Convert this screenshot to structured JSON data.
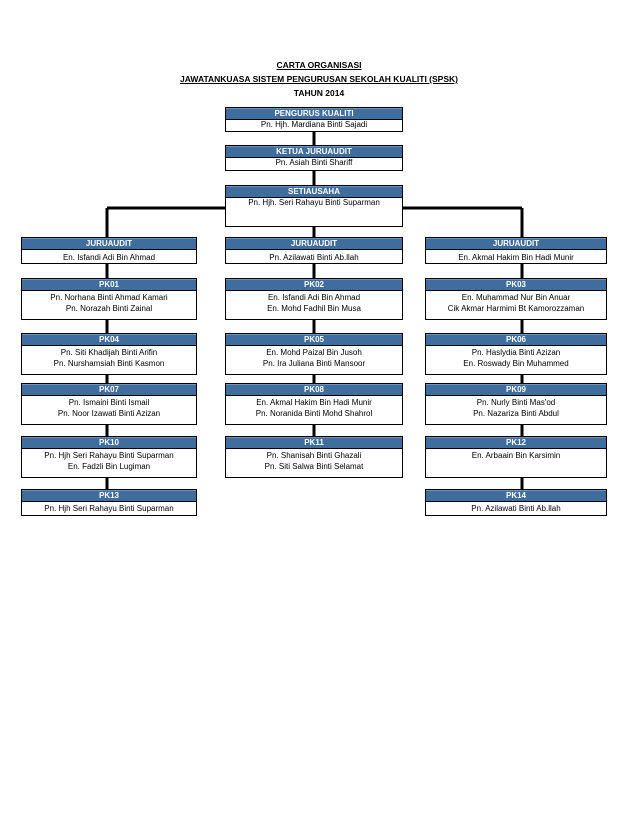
{
  "header": {
    "title": "CARTA ORGANISASI",
    "subtitle": "JAWATANKUASA SISTEM PENGURUSAN SEKOLAH KUALITI (SPSK)",
    "year": "TAHUN 2014"
  },
  "top": [
    {
      "role": "PENGURUS KUALITI",
      "names": [
        "Pn. Hjh. Mardiana Binti Sajadi"
      ]
    },
    {
      "role": "KETUA JURUAUDIT",
      "names": [
        "Pn. Asiah Binti Shariff"
      ]
    },
    {
      "role": "SETIAUSAHA",
      "names": [
        "Pn. Hjh. Seri Rahayu Binti Suparman"
      ]
    }
  ],
  "columns": [
    [
      {
        "role": "JURUAUDIT",
        "names": [
          "En. Isfandi Adi Bin Ahmad"
        ]
      },
      {
        "role": "PK01",
        "names": [
          "Pn. Norhana Binti Ahmad Kamari",
          "Pn. Norazah Binti Zainal"
        ]
      },
      {
        "role": "PK04",
        "names": [
          "Pn. Siti Khadijah Binti Arifin",
          "Pn. Nurshamsiah Binti Kasmon"
        ]
      },
      {
        "role": "PK07",
        "names": [
          "Pn. Ismaini Binti Ismail",
          "Pn. Noor Izawati Binti Azizan"
        ]
      },
      {
        "role": "PK10",
        "names": [
          "Pn. Hjh Seri Rahayu Binti Suparman",
          "En. Fadzli Bin Lugiman"
        ]
      },
      {
        "role": "PK13",
        "names": [
          "Pn. Hjh Seri Rahayu Binti Suparman"
        ]
      }
    ],
    [
      {
        "role": "JURUAUDIT",
        "names": [
          "Pn. Azilawati Binti Ab.llah"
        ]
      },
      {
        "role": "PK02",
        "names": [
          "En. Isfandi Adi Bin Ahmad",
          "En. Mohd Fadhil Bin Musa"
        ]
      },
      {
        "role": "PK05",
        "names": [
          "En. Mohd Paizal Bin Jusoh",
          "Pn. Ira Juliana Binti Mansoor"
        ]
      },
      {
        "role": "PK08",
        "names": [
          "En. Akmal Hakim Bin Hadi Munir",
          "Pn. Noranida Binti Mohd Shahrol"
        ]
      },
      {
        "role": "PK11",
        "names": [
          "Pn. Shanisah Binti Ghazali",
          "Pn. Siti Salwa Binti Selamat"
        ]
      }
    ],
    [
      {
        "role": "JURUAUDIT",
        "names": [
          "En. Akmal Hakim Bin Hadi Munir"
        ]
      },
      {
        "role": "PK03",
        "names": [
          "En. Muhammad Nur Bin Anuar",
          "Cik Akmar Harmimi Bt Kamorozzaman"
        ]
      },
      {
        "role": "PK06",
        "names": [
          "Pn. Haslydia Binti Azizan",
          "En. Roswady Bin Muhammed"
        ]
      },
      {
        "role": "PK09",
        "names": [
          "Pn. Nurly Binti Mas'od",
          "Pn. Nazariza Binti Abdul"
        ]
      },
      {
        "role": "PK12",
        "names": [
          "En. Arbaain Bin Karsimin",
          ""
        ]
      },
      {
        "role": "PK14",
        "names": [
          "Pn. Azilawati Binti Ab.llah"
        ]
      }
    ]
  ]
}
